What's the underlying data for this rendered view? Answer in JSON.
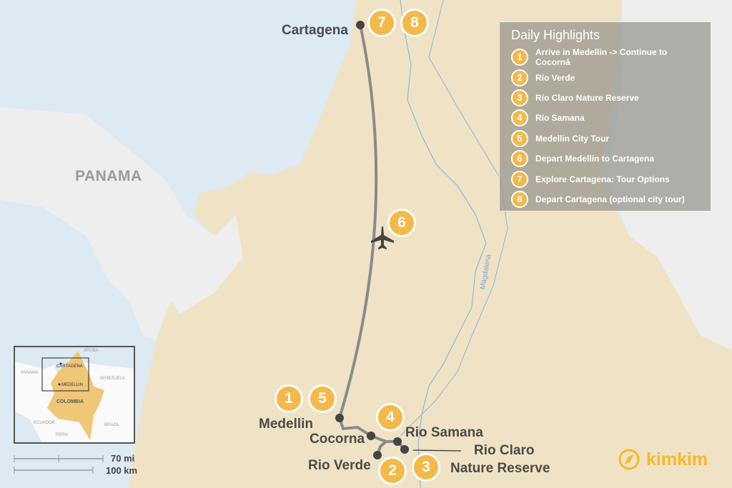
{
  "map": {
    "countries": [
      "PANAMA"
    ],
    "river": "Magdalena",
    "places": {
      "cartagena": "Cartagena",
      "medellin": "Medellin",
      "cocorna": "Cocorna",
      "rio_samana": "Rio Samana",
      "rio_claro_1": "Rio Claro",
      "rio_claro_2": "Nature Reserve",
      "rio_verde": "Rio Verde"
    },
    "markers": [
      "1",
      "2",
      "3",
      "4",
      "5",
      "6",
      "7",
      "8"
    ]
  },
  "panel": {
    "title": "Daily Highlights",
    "items": [
      {
        "n": "1",
        "label": "Arrive in Medellin -> Continue to Cocorná"
      },
      {
        "n": "2",
        "label": "Río Verde"
      },
      {
        "n": "3",
        "label": "Río Claro Nature Reserve"
      },
      {
        "n": "4",
        "label": "Río Samana"
      },
      {
        "n": "5",
        "label": "Medellin City Tour"
      },
      {
        "n": "6",
        "label": "Depart Medellín to Cartagena"
      },
      {
        "n": "7",
        "label": "Explore Cartagena: Tour Options"
      },
      {
        "n": "8",
        "label": "Depart Cartagena (optional city tour)"
      }
    ]
  },
  "inset": {
    "labels": {
      "aruba": "ARUBA",
      "panama": "PANAMA",
      "cartagena": "CARTAGENA",
      "medellin": "MEDELLIN",
      "venezuela": "VENEZUELA",
      "colombia": "COLOMBIA",
      "ecuador": "ECUADOR",
      "peru": "PERU",
      "brazil": "BRAZIL"
    }
  },
  "scale": {
    "mi": "70 mi",
    "km": "100 km"
  },
  "brand": {
    "name": "kimkim",
    "color": "#f5b928"
  },
  "colors": {
    "marker": "#f5b94a",
    "land": "#f0e2c4",
    "sea": "#dde9f3"
  }
}
